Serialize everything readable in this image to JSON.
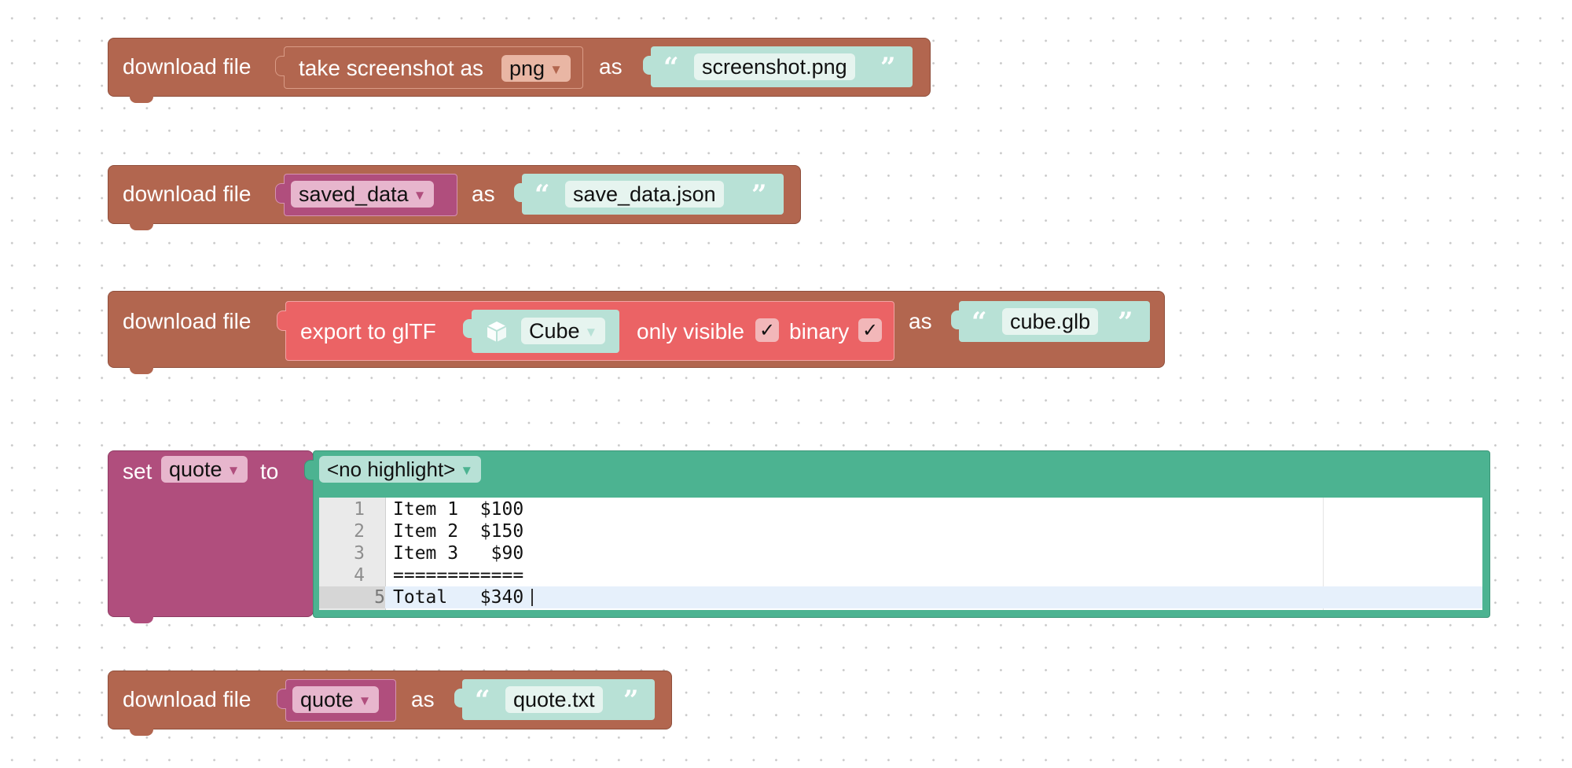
{
  "blocks": {
    "b1": {
      "label": "download file",
      "inner_label": "take screenshot as",
      "format_value": "png",
      "as_label": "as",
      "filename": "screenshot.png"
    },
    "b2": {
      "label": "download file",
      "variable": "saved_data",
      "as_label": "as",
      "filename": "save_data.json"
    },
    "b3": {
      "label": "download file",
      "export_label": "export to glTF",
      "object": "Cube",
      "only_visible_label": "only visible",
      "only_visible_checked": "✓",
      "binary_label": "binary",
      "binary_checked": "✓",
      "as_label": "as",
      "filename": "cube.glb"
    },
    "b4": {
      "set_label": "set",
      "variable": "quote",
      "to_label": "to",
      "highlight": "<no highlight>",
      "code_lines": [
        {
          "num": "1",
          "text": "Item 1  $100"
        },
        {
          "num": "2",
          "text": "Item 2  $150"
        },
        {
          "num": "3",
          "text": "Item 3   $90"
        },
        {
          "num": "4",
          "text": "============"
        },
        {
          "num": "5",
          "text": "Total   $340"
        }
      ]
    },
    "b5": {
      "label": "download file",
      "variable": "quote",
      "as_label": "as",
      "filename": "quote.txt"
    }
  },
  "glyphs": {
    "open_quote": "“",
    "close_quote": "”",
    "dropdown": "▼"
  },
  "colors": {
    "download_block": "#b2664f",
    "export_block": "#eb6365",
    "variable_block": "#b04e7d",
    "string_block": "#b8e1d6",
    "code_block": "#4cb391",
    "editor_highlight_line": "#e6f0fb"
  }
}
